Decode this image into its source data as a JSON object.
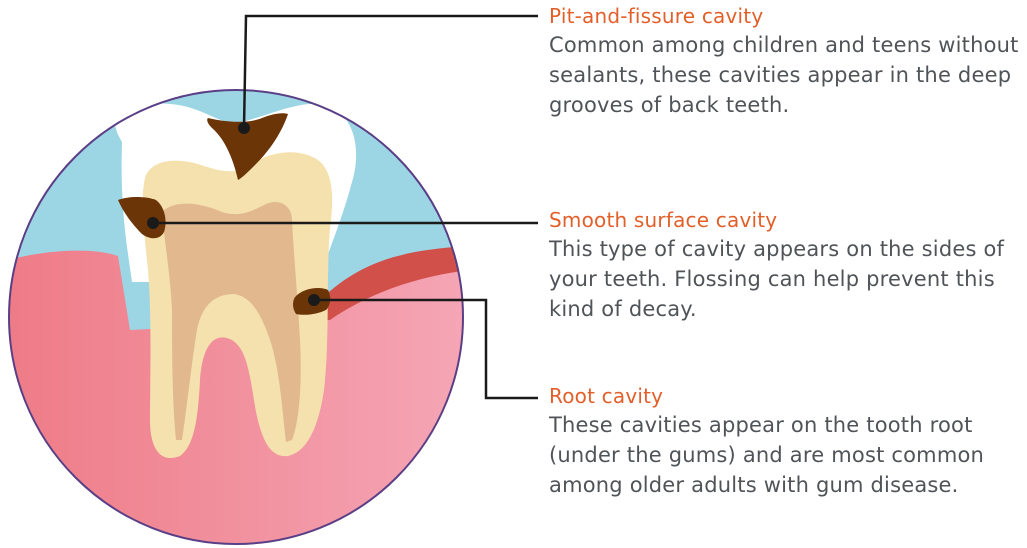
{
  "colors": {
    "title": "#e35f2a",
    "text": "#505458",
    "sky": "#9cd6e4",
    "gum_left": "#ee7b86",
    "gum_right": "#f5a6b6",
    "gum_edge": "#d1514a",
    "enamel": "#ffffff",
    "dentin": "#f4e1ae",
    "pulp": "#e2b98f",
    "decay": "#6b3508",
    "frame": "#5a3f86",
    "leader": "#1a1a1a"
  },
  "callouts": [
    {
      "title": "Pit-and-fissure cavity",
      "description": "Common among children and teens without sealants, these cavities appear in the deep grooves of back teeth."
    },
    {
      "title": "Smooth surface cavity",
      "description": "This type of cavity appears on the sides of your teeth. Flossing can help prevent this kind of decay."
    },
    {
      "title": "Root cavity",
      "description": "These cavities appear on the tooth root (under the gums) and are most common among older adults with gum disease."
    }
  ]
}
